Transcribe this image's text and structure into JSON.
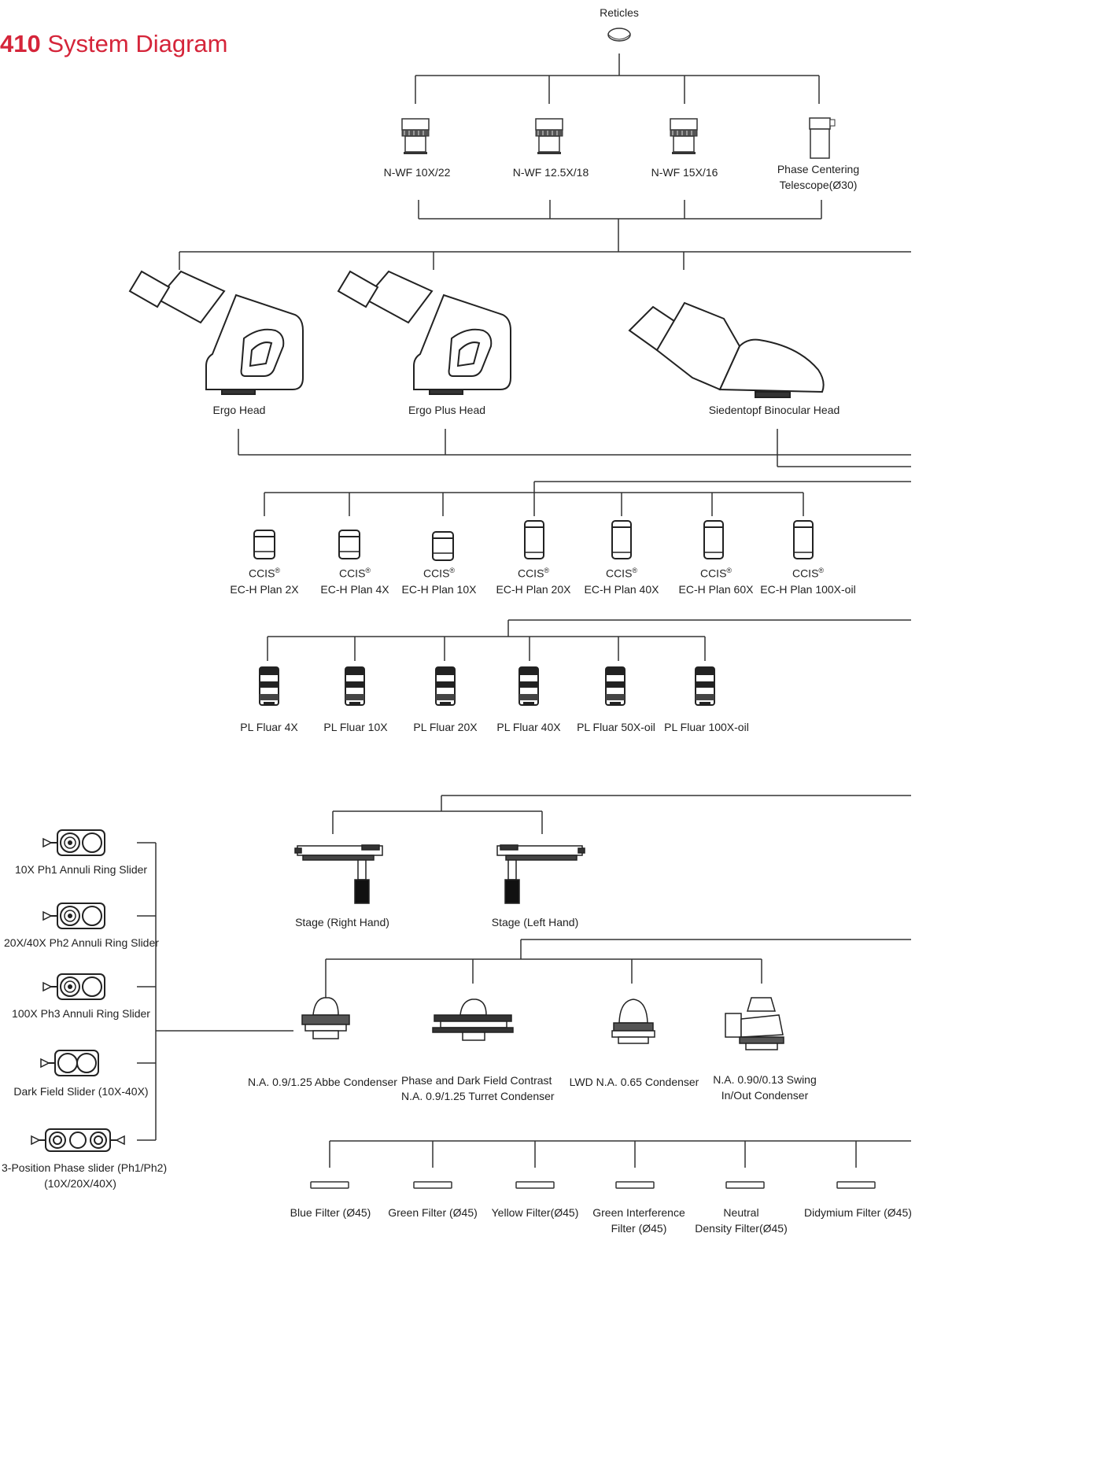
{
  "title": {
    "bold": "410",
    "rest": " System Diagram"
  },
  "reticles": {
    "label": "Reticles"
  },
  "eyepieces": [
    {
      "label": "N-WF 10X/22"
    },
    {
      "label": "N-WF 12.5X/18"
    },
    {
      "label": "N-WF 15X/16"
    },
    {
      "label1": "Phase Centering",
      "label2": "Telescope(Ø30)"
    }
  ],
  "heads": [
    {
      "label": "Ergo Head"
    },
    {
      "label": "Ergo Plus Head"
    },
    {
      "label": "Siedentopf Binocular Head"
    }
  ],
  "ccis_objectives": [
    {
      "brand": "CCIS",
      "reg": "®",
      "label": "EC-H Plan 2X"
    },
    {
      "brand": "CCIS",
      "reg": "®",
      "label": "EC-H Plan 4X"
    },
    {
      "brand": "CCIS",
      "reg": "®",
      "label": "EC-H Plan 10X"
    },
    {
      "brand": "CCIS",
      "reg": "®",
      "label": "EC-H Plan 20X"
    },
    {
      "brand": "CCIS",
      "reg": "®",
      "label": "EC-H Plan 40X"
    },
    {
      "brand": "CCIS",
      "reg": "®",
      "label": "EC-H Plan 60X"
    },
    {
      "brand": "CCIS",
      "reg": "®",
      "label": "EC-H Plan 100X-oil"
    }
  ],
  "fluar_objectives": [
    {
      "label": "PL Fluar 4X"
    },
    {
      "label": "PL Fluar 10X"
    },
    {
      "label": "PL Fluar 20X"
    },
    {
      "label": "PL Fluar 40X"
    },
    {
      "label": "PL Fluar 50X-oil"
    },
    {
      "label": "PL Fluar 100X-oil"
    }
  ],
  "stages": [
    {
      "label": "Stage (Right Hand)"
    },
    {
      "label": "Stage (Left Hand)"
    }
  ],
  "sliders": [
    {
      "label": "10X Ph1 Annuli Ring Slider"
    },
    {
      "label": "20X/40X Ph2 Annuli Ring Slider"
    },
    {
      "label": "100X Ph3 Annuli Ring Slider"
    },
    {
      "label": "Dark Field Slider (10X-40X)"
    },
    {
      "label1": "3-Position Phase slider (Ph1/Ph2)",
      "label2": "(10X/20X/40X)"
    }
  ],
  "condensers": [
    {
      "label1": "N.A. 0.9/1.25 Abbe Condenser"
    },
    {
      "label1": "Phase and Dark Field Contrast",
      "label2": "N.A. 0.9/1.25 Turret Condenser"
    },
    {
      "label1": "LWD N.A. 0.65 Condenser"
    },
    {
      "label1": "N.A. 0.90/0.13 Swing",
      "label2": "In/Out  Condenser"
    }
  ],
  "filters": [
    {
      "label1": "Blue Filter (Ø45)"
    },
    {
      "label1": "Green Filter (Ø45)"
    },
    {
      "label1": "Yellow Filter(Ø45)"
    },
    {
      "label1": "Green Interference",
      "label2": "Filter (Ø45)"
    },
    {
      "label1": "Neutral",
      "label2": "Density Filter(Ø45)"
    },
    {
      "label1": "Didymium Filter (Ø45)"
    }
  ],
  "colors": {
    "accent": "#d5253a",
    "line": "#333333"
  },
  "icons": [
    "reticle-icon",
    "eyepiece-icon",
    "telescope-icon",
    "ergo-head-icon",
    "siedentopf-head-icon",
    "objective-icon",
    "stage-icon",
    "slider-icon",
    "condenser-icon",
    "filter-icon"
  ]
}
